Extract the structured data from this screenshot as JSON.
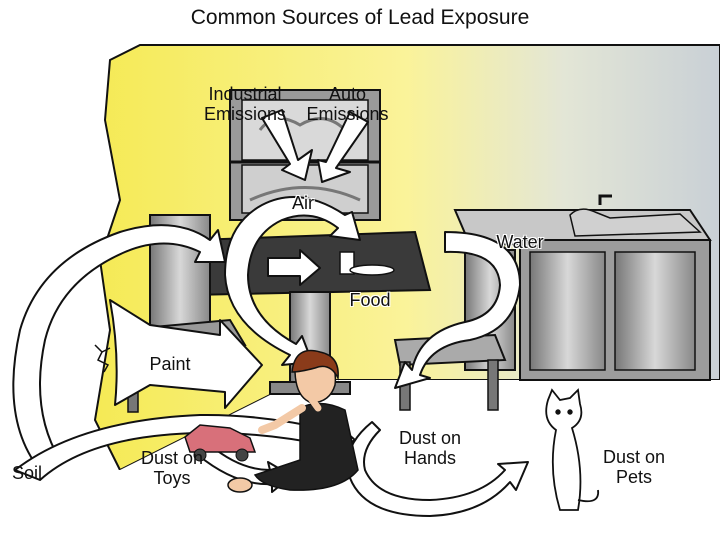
{
  "title": "Common Sources of Lead Exposure",
  "sources": {
    "industrial_emissions": [
      "Industrial",
      "Emissions"
    ],
    "auto_emissions": [
      "Auto",
      "Emissions"
    ],
    "air": "Air",
    "water": "Water",
    "food": "Food",
    "paint": "Paint",
    "soil": "Soil",
    "dust_on_toys": [
      "Dust on",
      "Toys"
    ],
    "dust_on_hands": [
      "Dust on",
      "Hands"
    ],
    "dust_on_pets": [
      "Dust on",
      "Pets"
    ]
  },
  "colors": {
    "wall_yellow": "#f7ef6a",
    "wall_gray": "#c9d0d6",
    "floor": "#ffffff",
    "arrow_fill": "#ffffff",
    "outline": "#111111",
    "metal": "#a9a9a9"
  }
}
